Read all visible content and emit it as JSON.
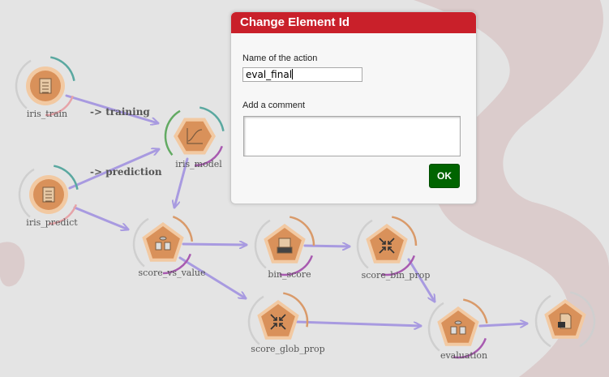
{
  "colors": {
    "background": "#e4e4e4",
    "watermark": "#d4b8b8",
    "edge": "#a89ae0",
    "node_fill": "#d9915a",
    "ring_teal": "#5aa8a0",
    "ring_pink": "#e6a3a8",
    "ring_green": "#62aa62",
    "ring_purple": "#a85ab0",
    "ring_orange": "#d99a6a",
    "ring_gray": "#cfcfcf",
    "dialog_header": "#c9202a",
    "ok_button": "#006400"
  },
  "workflow": {
    "nodes": [
      {
        "id": "iris_train",
        "label": "iris_train",
        "icon": "document-icon"
      },
      {
        "id": "iris_predict",
        "label": "iris_predict",
        "icon": "document-icon"
      },
      {
        "id": "iris_model",
        "label": "iris_model",
        "icon": "chart-curve-icon"
      },
      {
        "id": "score_vs_value",
        "label": "score_vs_value",
        "icon": "database-compute-icon"
      },
      {
        "id": "bin_score",
        "label": "bin_score",
        "icon": "printer-icon"
      },
      {
        "id": "score_bin_prop",
        "label": "score_bin_prop",
        "icon": "compress-arrows-icon"
      },
      {
        "id": "score_glob_prop",
        "label": "score_glob_prop",
        "icon": "compress-arrows-icon"
      },
      {
        "id": "evaluation",
        "label": "evaluation",
        "icon": "database-compute-icon"
      },
      {
        "id": "eval_final",
        "label": "",
        "icon": "save-file-icon"
      }
    ],
    "edge_labels": {
      "training": "-> training",
      "prediction": "-> prediction"
    }
  },
  "dialog": {
    "title": "Change Element Id",
    "name_label": "Name of the action",
    "name_value": "eval_final",
    "comment_label": "Add a comment",
    "comment_value": "",
    "ok_label": "OK"
  }
}
